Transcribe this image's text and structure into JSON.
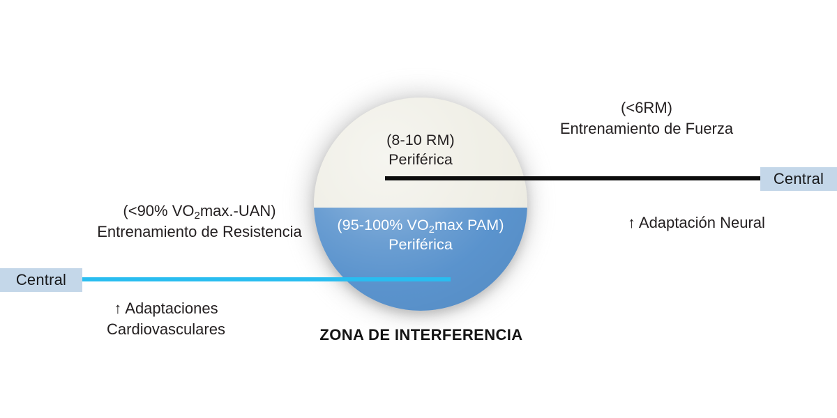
{
  "diagram": {
    "title": "ZONA DE INTERFERENCIA",
    "colors": {
      "aerobic_blue": "#5a93cd",
      "cream": "#efeee5",
      "cyan_line": "#29bdf0",
      "black_line": "#0c0c0c",
      "tag_background": "#c4d7e9",
      "background": "#ffffff"
    }
  },
  "circle": {
    "top_half": {
      "intensity": "(8-10 RM)",
      "adaptation": "Periférica"
    },
    "bottom_half": {
      "intensity_prefix": "(95-100% VO",
      "intensity_sub": "2",
      "intensity_suffix": "max PAM)",
      "adaptation": "Periférica"
    }
  },
  "left": {
    "tag": "Central",
    "intensity_prefix": "(<90% VO",
    "intensity_sub": "2",
    "intensity_suffix": "max.-UAN)",
    "training": "Entrenamiento de Resistencia",
    "adaptation_line1": "↑ Adaptaciones",
    "adaptation_line2": "Cardiovasculares"
  },
  "right": {
    "tag": "Central",
    "intensity": "(<6RM)",
    "training": "Entrenamiento de Fuerza",
    "adaptation": "↑ Adaptación Neural"
  }
}
